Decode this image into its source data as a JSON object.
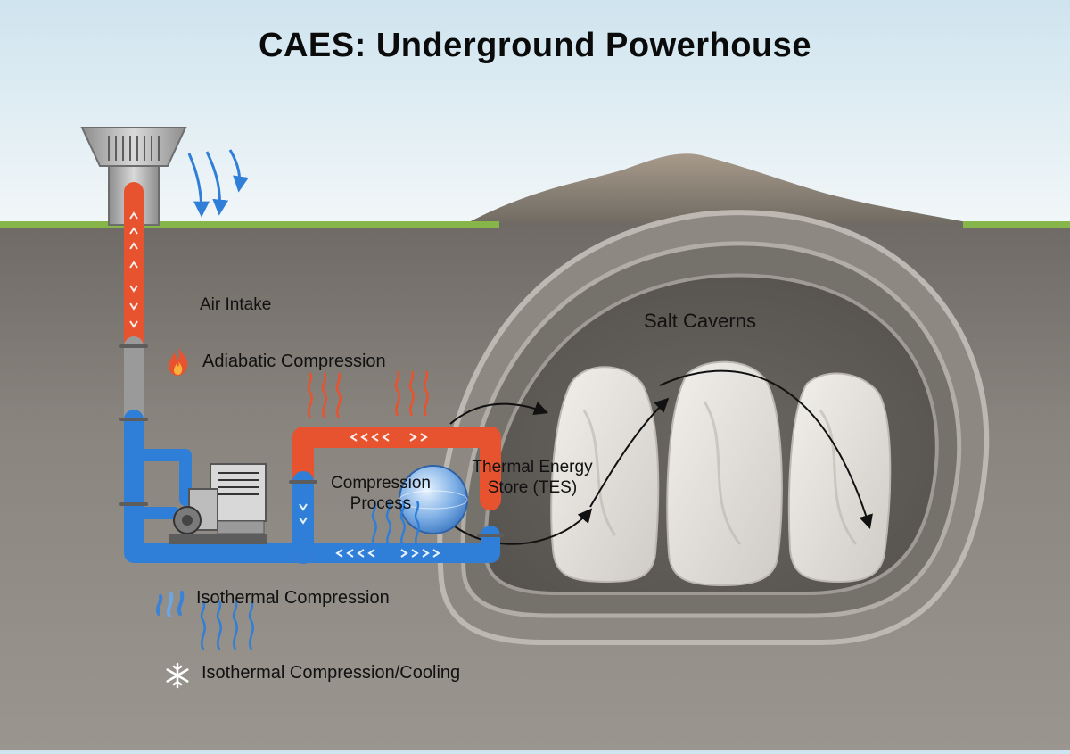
{
  "title": "CAES: Underground Powerhouse",
  "labels": {
    "air_intake": "Air Intake",
    "adiabatic": "Adiabatic Compression",
    "compression_process": "Compression Process",
    "tes": "Thermal Energy Store (TES)",
    "salt_caverns": "Salt Caverns",
    "isothermal": "Isothermal Compression",
    "isothermal_cooling": "Isothermal Compression/Cooling"
  },
  "icons": {
    "flame": "flame-icon",
    "swirl": "swirl-icon",
    "snow": "snowflake-icon",
    "heat_wave": "heat-wave-icon",
    "cool_wave": "cool-wave-icon"
  },
  "colors": {
    "hot_pipe": "#e8532f",
    "cold_pipe": "#2f7fd8",
    "ground": "#77726c",
    "grass": "#86b54a",
    "sky_top": "#cfe4ef",
    "cavern_wall": "#a8a39d",
    "salt": "#e6e3de"
  }
}
